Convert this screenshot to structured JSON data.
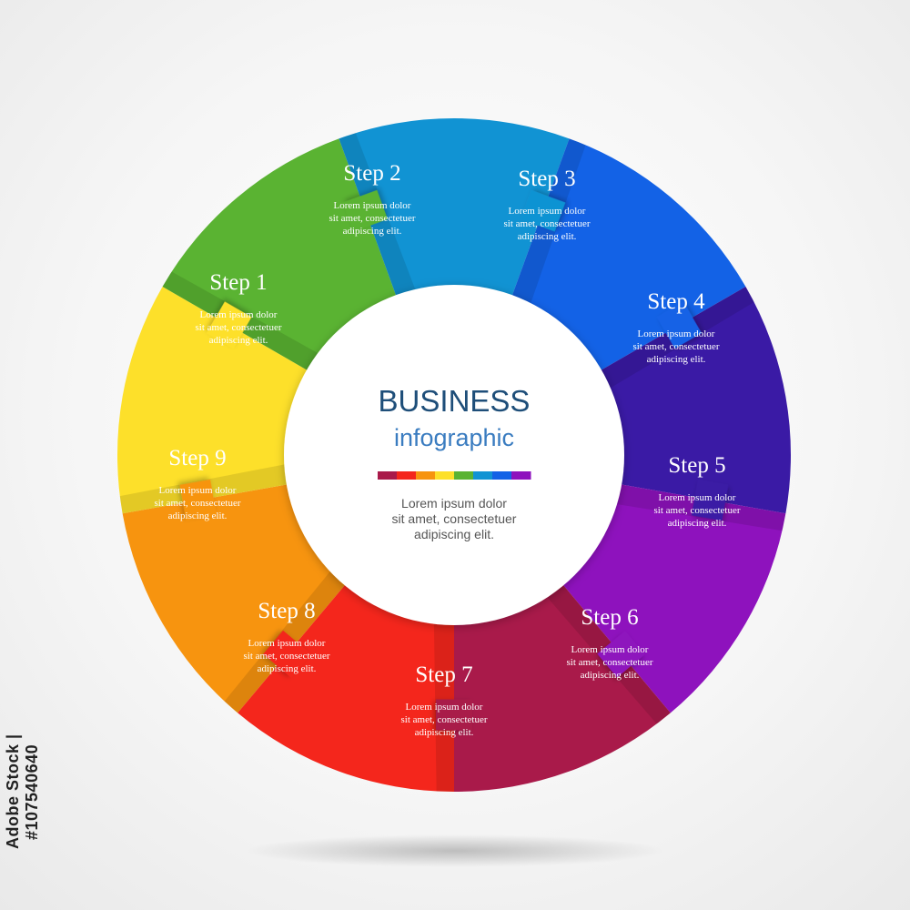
{
  "diagram": {
    "steps": [
      {
        "title": "Step 1",
        "lines": [
          "Lorem ipsum dolor",
          "sit amet, consectetuer",
          "adipiscing elit."
        ],
        "color": "#f7940f"
      },
      {
        "title": "Step 2",
        "lines": [
          "Lorem ipsum dolor",
          "sit amet, consectetuer",
          "adipiscing elit."
        ],
        "color": "#fde02a"
      },
      {
        "title": "Step 3",
        "lines": [
          "Lorem ipsum dolor",
          "sit amet, consectetuer",
          "adipiscing elit."
        ],
        "color": "#5ab332"
      },
      {
        "title": "Step 4",
        "lines": [
          "Lorem ipsum dolor",
          "sit amet, consectetuer",
          "adipiscing elit."
        ],
        "color": "#1193d3"
      },
      {
        "title": "Step 5",
        "lines": [
          "Lorem ipsum dolor",
          "sit amet, consectetuer",
          "adipiscing elit."
        ],
        "color": "#1362e6"
      },
      {
        "title": "Step 6",
        "lines": [
          "Lorem ipsum dolor",
          "sit amet, consectetuer",
          "adipiscing elit."
        ],
        "color": "#3a1aa5"
      },
      {
        "title": "Step 7",
        "lines": [
          "Lorem ipsum dolor",
          "sit amet, consectetuer",
          "adipiscing elit."
        ],
        "color": "#8e12bd"
      },
      {
        "title": "Step 8",
        "lines": [
          "Lorem ipsum dolor",
          "sit amet, consectetuer",
          "adipiscing elit."
        ],
        "color": "#a91a4a"
      },
      {
        "title": "Step 9",
        "lines": [
          "Lorem ipsum dolor",
          "sit amet, consectetuer",
          "adipiscing elit."
        ],
        "color": "#f4261c"
      }
    ],
    "center": {
      "title": "BUSINESS",
      "subtitle": "infographic",
      "lines": [
        "Lorem ipsum dolor",
        "sit amet, consectetuer",
        "adipiscing elit."
      ],
      "color_bar": [
        "#a91a4a",
        "#f4261c",
        "#f7940f",
        "#fde02a",
        "#5ab332",
        "#1193d3",
        "#1362e6",
        "#8e12bd"
      ]
    }
  },
  "stock_id": "Adobe Stock | #107540640"
}
